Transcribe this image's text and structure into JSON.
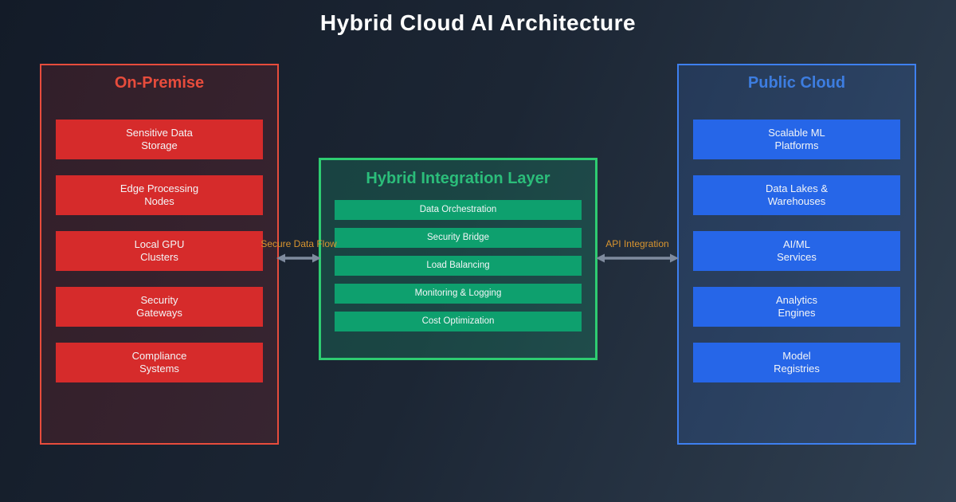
{
  "title": "Hybrid Cloud AI Architecture",
  "colors": {
    "background_start": "#131b28",
    "background_end": "#304052",
    "on_premise_accent": "#e74c3c",
    "on_premise_node": "#d62b2b",
    "integration_accent": "#2ecc71",
    "integration_node": "#0ea06e",
    "public_cloud_accent": "#3e80f0",
    "public_cloud_node": "#2666e8",
    "arrow": "#7f8b9e",
    "connection_label": "#d9952f"
  },
  "panels": {
    "on_premise": {
      "title": "On-Premise",
      "items": [
        [
          "Sensitive Data",
          "Storage"
        ],
        [
          "Edge Processing",
          "Nodes"
        ],
        [
          "Local GPU",
          "Clusters"
        ],
        [
          "Security",
          "Gateways"
        ],
        [
          "Compliance",
          "Systems"
        ]
      ]
    },
    "integration": {
      "title": "Hybrid Integration Layer",
      "items": [
        [
          "Data Orchestration"
        ],
        [
          "Security Bridge"
        ],
        [
          "Load Balancing"
        ],
        [
          "Monitoring & Logging"
        ],
        [
          "Cost Optimization"
        ]
      ]
    },
    "public_cloud": {
      "title": "Public Cloud",
      "items": [
        [
          "Scalable ML",
          "Platforms"
        ],
        [
          "Data Lakes &",
          "Warehouses"
        ],
        [
          "AI/ML",
          "Services"
        ],
        [
          "Analytics",
          "Engines"
        ],
        [
          "Model",
          "Registries"
        ]
      ]
    }
  },
  "connections": [
    {
      "label": "Secure Data Flow"
    },
    {
      "label": "API Integration"
    }
  ]
}
